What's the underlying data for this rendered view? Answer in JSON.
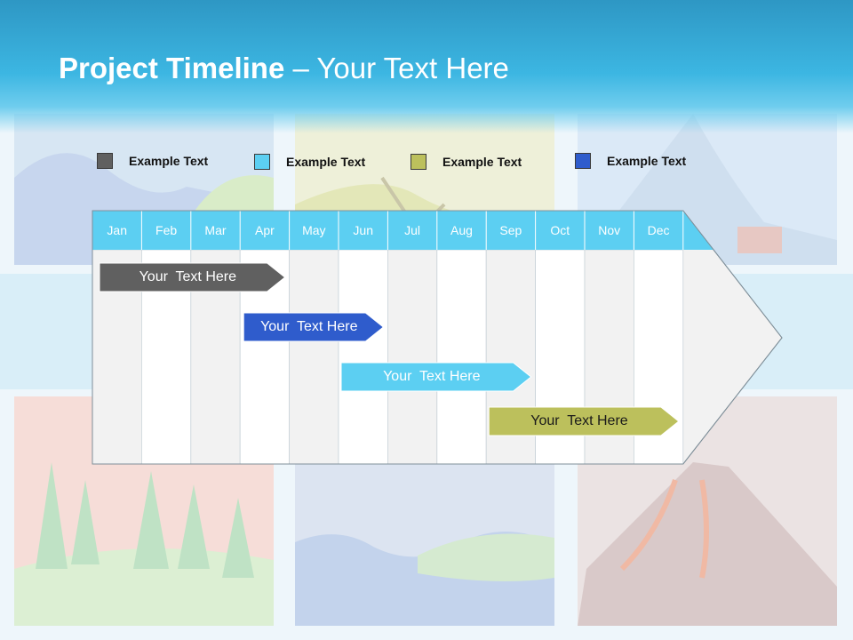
{
  "slide": {
    "title_bold": "Project Timeline",
    "title_rest": " – Your Text Here"
  },
  "legend": [
    {
      "label": "Example Text",
      "color": "#606060"
    },
    {
      "label": "Example Text",
      "color": "#5ccff2"
    },
    {
      "label": "Example Text",
      "color": "#bcc05c"
    },
    {
      "label": "Example Text",
      "color": "#2f5ccc"
    }
  ],
  "months": [
    "Jan",
    "Feb",
    "Mar",
    "Apr",
    "May",
    "Jun",
    "Jul",
    "Aug",
    "Sep",
    "Oct",
    "Nov",
    "Dec"
  ],
  "tasks": [
    {
      "label": "Your  Text Here",
      "start_month": "Jan",
      "end_month": "Apr",
      "color": "#606060",
      "text_color": "#ffffff"
    },
    {
      "label": "Your  Text Here",
      "start_month": "Apr",
      "end_month": "Jun",
      "color": "#2f5ccc",
      "text_color": "#ffffff"
    },
    {
      "label": "Your  Text Here",
      "start_month": "Jun",
      "end_month": "Sep",
      "color": "#5ccff2",
      "text_color": "#ffffff"
    },
    {
      "label": "Your  Text Here",
      "start_month": "Sep",
      "end_month": "Dec",
      "color": "#bcc05c",
      "text_color": "#1a1a1a"
    }
  ],
  "colors": {
    "header_blue": "#3cb6e2",
    "month_header": "#5ccff2",
    "column_light": "#f2f2f2",
    "column_white": "#ffffff"
  }
}
